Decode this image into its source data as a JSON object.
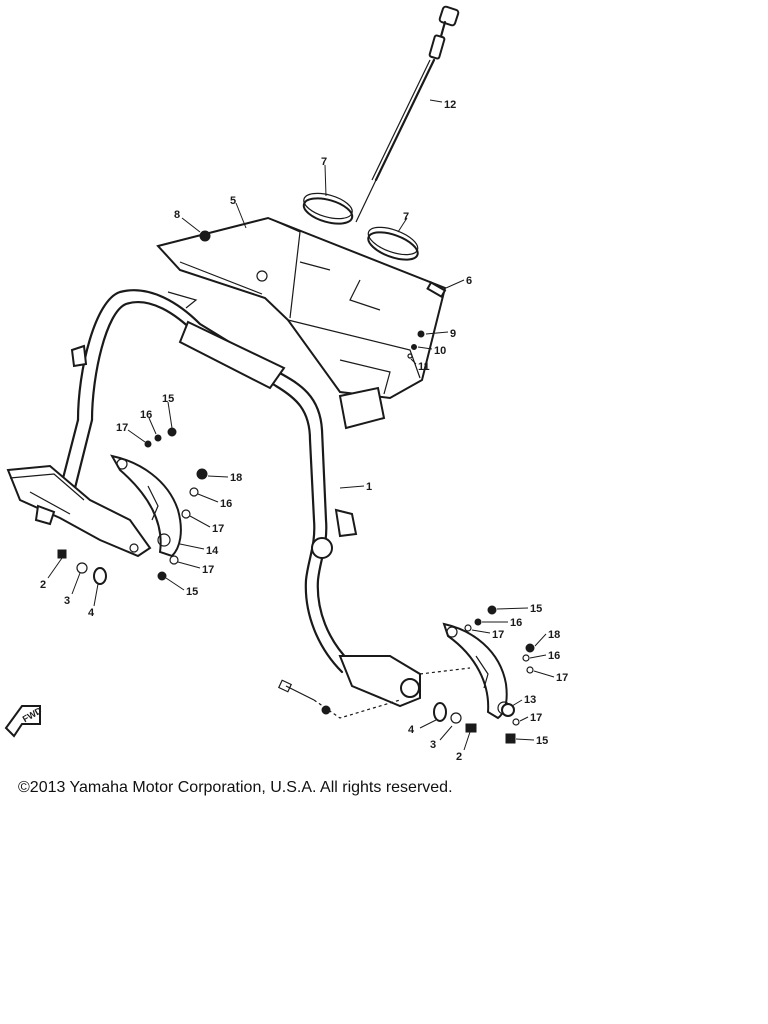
{
  "diagram": {
    "callouts": {
      "c1": "1",
      "c2_left": "2",
      "c2_right": "2",
      "c3_left": "3",
      "c3_right": "3",
      "c4_left": "4",
      "c4_right": "4",
      "c5": "5",
      "c6": "6",
      "c7_left": "7",
      "c7_right": "7",
      "c8": "8",
      "c9": "9",
      "c10": "10",
      "c11": "11",
      "c12": "12",
      "c13": "13",
      "c14": "14",
      "c15_a": "15",
      "c15_b": "15",
      "c15_c": "15",
      "c15_d": "15",
      "c16_a": "16",
      "c16_b": "16",
      "c16_c": "16",
      "c16_d": "16",
      "c17_a": "17",
      "c17_b": "17",
      "c17_c": "17",
      "c17_d": "17",
      "c17_e": "17",
      "c17_f": "17",
      "c18_left": "18",
      "c18_right": "18"
    },
    "fwd_label": "FWD"
  },
  "footer": {
    "copyright": "©2013 Yamaha Motor Corporation, U.S.A. All rights reserved."
  }
}
